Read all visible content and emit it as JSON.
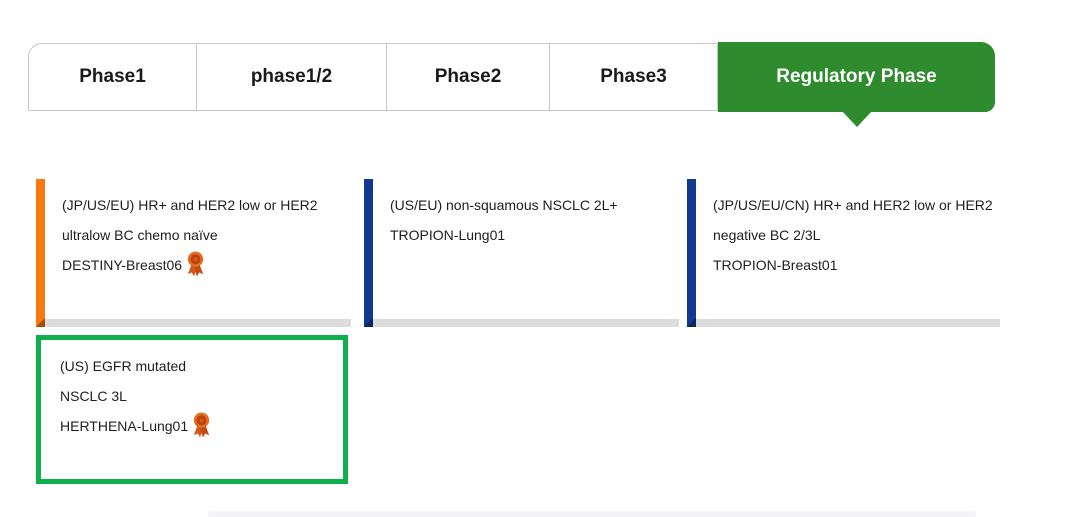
{
  "tab_bar": {
    "active_color": "#2e8b2e",
    "tabs": [
      {
        "label": "Phase1",
        "active": false
      },
      {
        "label": "phase1/2",
        "active": false
      },
      {
        "label": "Phase2",
        "active": false
      },
      {
        "label": "Phase3",
        "active": false
      },
      {
        "label": "Regulatory Phase",
        "active": true
      }
    ]
  },
  "cards": [
    {
      "description": [
        "(JP/US/EU) HR+ and HER2 low or HER2",
        "ultralow BC chemo naïve"
      ],
      "trial_name": "DESTINY-Breast06",
      "accent_color": "#f8790f",
      "award_icon": "rosette-medal-icon",
      "highlighted": false
    },
    {
      "description": [
        "(US/EU) non-squamous NSCLC 2L+"
      ],
      "trial_name": "TROPION-Lung01",
      "accent_color": "#11398f",
      "award_icon": null,
      "highlighted": false
    },
    {
      "description": [
        "(JP/US/EU/CN) HR+ and HER2 low or HER2",
        "negative BC 2/3L"
      ],
      "trial_name": "TROPION-Breast01",
      "accent_color": "#11398f",
      "award_icon": null,
      "highlighted": false
    },
    {
      "description": [
        "(US) EGFR mutated",
        "NSCLC 3L"
      ],
      "trial_name": "HERTHENA-Lung01",
      "accent_color": null,
      "award_icon": "rosette-medal-icon",
      "highlighted": true,
      "highlight_color": "#10af50"
    }
  ],
  "colors": {
    "active_tab_green": "#2e8b2e",
    "highlight_green": "#10af50",
    "accent_orange": "#f8790f",
    "accent_blue": "#11398f",
    "shadow_gray": "#dcdcdc"
  }
}
